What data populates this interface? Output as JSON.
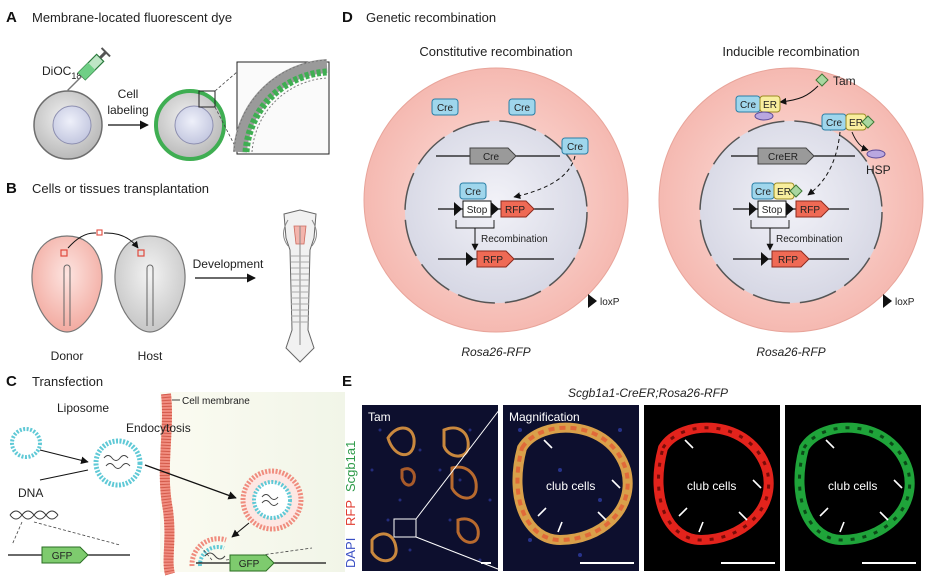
{
  "panels": {
    "A": {
      "letter": "A",
      "title": "Membrane-located fluorescent dye",
      "dye_name": "DiOC",
      "dye_subscript": "18",
      "arrow_label_line1": "Cell",
      "arrow_label_line2": "labeling"
    },
    "B": {
      "letter": "B",
      "title": "Cells or tissues transplantation",
      "donor": "Donor",
      "host": "Host",
      "arrow_label": "Development"
    },
    "C": {
      "letter": "C",
      "title": "Transfection",
      "liposome": "Liposome",
      "dna": "DNA",
      "cell_membrane": "Cell membrane",
      "endocytosis": "Endocytosis",
      "gfp": "GFP"
    },
    "D": {
      "letter": "D",
      "title": "Genetic recombination",
      "constitutive": {
        "title": "Constitutive recombination",
        "cre": "Cre",
        "stop": "Stop",
        "rfp": "RFP",
        "recombination": "Recombination",
        "loxp": "loxP",
        "strain": "Rosa26-RFP"
      },
      "inducible": {
        "title": "Inducible recombination",
        "tam": "Tam",
        "cre": "Cre",
        "er": "ER",
        "hsp": "HSP",
        "creer": "CreER",
        "stop": "Stop",
        "rfp": "RFP",
        "recombination": "Recombination",
        "loxp": "loxP",
        "strain": "Rosa26-RFP"
      }
    },
    "E": {
      "letter": "E",
      "genotype": "Scgb1a1-CreER;Rosa26-RFP",
      "channel_scgb": "Scgb1a1",
      "channel_rfp": "RFP",
      "channel_dapi": "DAPI",
      "tam": "Tam",
      "magnification": "Magnification",
      "club_cells": "club cells"
    }
  },
  "colors": {
    "cre_fill": "#9fd6ec",
    "cre_stroke": "#2a7fa6",
    "rfp_fill": "#ef6a55",
    "er_fill": "#f8ee9e",
    "gfp_fill": "#7ecb6e",
    "cell_outer": "#f7cbc6",
    "nucleus": "#e8e8f0",
    "green_label": "#2e9b4a",
    "red_label": "#e03a2e",
    "blue_label": "#3a4fc4"
  }
}
